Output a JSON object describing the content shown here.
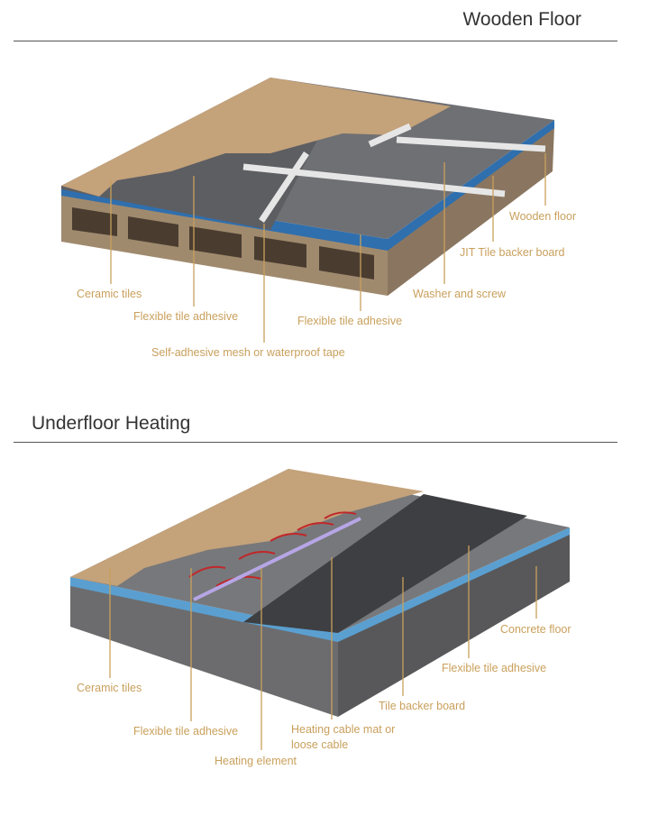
{
  "sections": [
    {
      "title": "Wooden Floor",
      "labels": {
        "ceramic_tiles": "Ceramic tiles",
        "flex_adhesive_1": "Flexible tile adhesive",
        "flex_adhesive_2": "Flexible tile adhesive",
        "mesh_tape": "Self-adhesive mesh or waterproof tape",
        "washer_screw": "Washer and screw",
        "backer_board": "JIT Tile backer  board",
        "wooden_floor": "Wooden floor"
      }
    },
    {
      "title": "Underfloor Heating",
      "labels": {
        "ceramic_tiles": "Ceramic tiles",
        "flex_adhesive_1": "Flexible tile adhesive",
        "heating_element": "Heating element",
        "cable_mat_line1": "Heating cable mat or",
        "cable_mat_line2": "loose cable",
        "backer_board": "Tile backer board",
        "flex_adhesive_2": "Flexible tile adhesive",
        "concrete_floor": "Concrete floor"
      }
    }
  ],
  "colors": {
    "label": "#c9a05c",
    "leader": "#c9a05c",
    "tile": "#c4a27a",
    "board": "#6f7074",
    "blue": "#2f6fae",
    "wood": "#a08a6e",
    "concrete": "#7a7a7c"
  }
}
